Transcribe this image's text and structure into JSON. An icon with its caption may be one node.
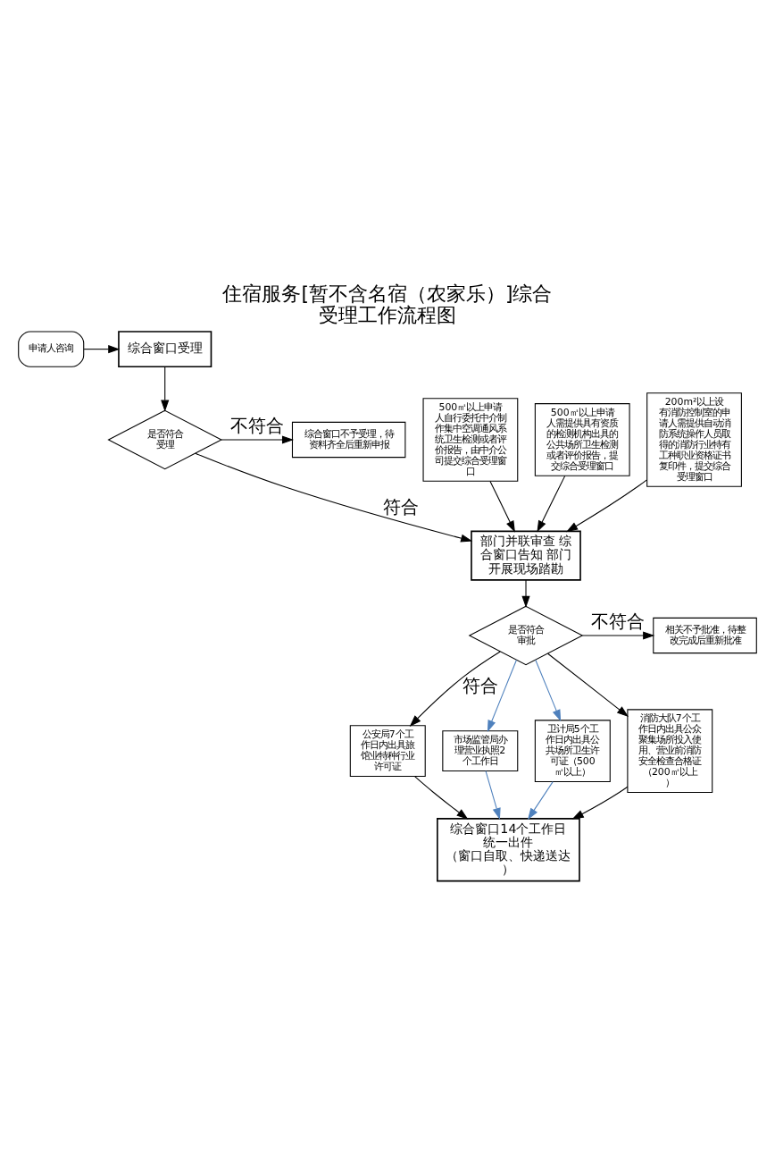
{
  "diagram": {
    "title": "住宿服务[暂不含名宿（农家乐）]综合受理工作流程图",
    "nodes": [
      {
        "text": [
          "申请人咨询"
        ]
      },
      {
        "text": [
          "综合窗口受理"
        ]
      },
      {
        "text": [
          "是否符合受理"
        ]
      },
      {
        "text": [
          "综合窗口不予受理，待资料齐全后重新申报"
        ]
      },
      {
        "text": [
          "500㎡以上申请人自行委托中介制作集中空调通风系统卫生检测或者评价报告，由中介公司提交综合受理窗口"
        ]
      },
      {
        "text": [
          "500㎡以上申请人需提供具有资质的检测机构出具的公共场所卫生检测或者评价报告，提交综合受理窗口"
        ]
      },
      {
        "text": [
          "200m²以上设有消防控制室的申请人需提供自动消防系统操作人员取得的消防行业特有工种职业资格证书复印件，提交综合受理窗口"
        ]
      },
      {
        "text": [
          "部门并联审查 综合窗口告知 部门开展现场踏勘"
        ]
      },
      {
        "text": [
          "是否符合审批"
        ]
      },
      {
        "text": [
          "相关不予批准，待整改完成后重新批准"
        ]
      },
      {
        "text": [
          "公安局7个工作日内出具旅馆业特种行业许可证"
        ]
      },
      {
        "text": [
          "市场监管局办理营业执照2个工作日"
        ]
      },
      {
        "text": [
          "卫计局5个工作日内出具公共场所卫生许可证（500㎡以上）"
        ]
      },
      {
        "text": [
          "消防大队7个工作日内出具公众聚集场所投入使用、营业前消防安全检查合格证（200㎡以上）"
        ]
      },
      {
        "text": [
          "综合窗口14个工作日统一出件",
          "（窗口自取、快递送达）"
        ]
      }
    ],
    "edges": [
      {
        "from": 0,
        "to": 1,
        "arrow": "to"
      },
      {
        "from": 1,
        "to": 2,
        "arrow": "to"
      },
      {
        "from": 2,
        "to": 3,
        "arrow": "to",
        "label": "不符合"
      },
      {
        "from": 2,
        "to": 7,
        "arrow": "to",
        "label": "符合"
      },
      {
        "from": 4,
        "to": 7,
        "arrow": "to"
      },
      {
        "from": 5,
        "to": 7,
        "arrow": "to"
      },
      {
        "from": 6,
        "to": 7,
        "arrow": "to"
      },
      {
        "from": 7,
        "to": 8,
        "arrow": "to"
      },
      {
        "from": 8,
        "to": 9,
        "arrow": "to",
        "label": "不符合"
      },
      {
        "from": 8,
        "to": 10,
        "arrow": "to",
        "label": "符合"
      },
      {
        "from": 8,
        "to": 11,
        "arrow": "to",
        "color": "#4f81bd"
      },
      {
        "from": 8,
        "to": 12,
        "arrow": "to",
        "color": "#4f81bd"
      },
      {
        "from": 8,
        "to": 13,
        "arrow": "to"
      },
      {
        "from": 10,
        "to": 14,
        "arrow": "to"
      },
      {
        "from": 11,
        "to": 14,
        "arrow": "to",
        "color": "#4f81bd"
      },
      {
        "from": 12,
        "to": 14,
        "arrow": "to",
        "color": "#4f81bd"
      },
      {
        "from": 13,
        "to": 14,
        "arrow": "to"
      }
    ]
  }
}
